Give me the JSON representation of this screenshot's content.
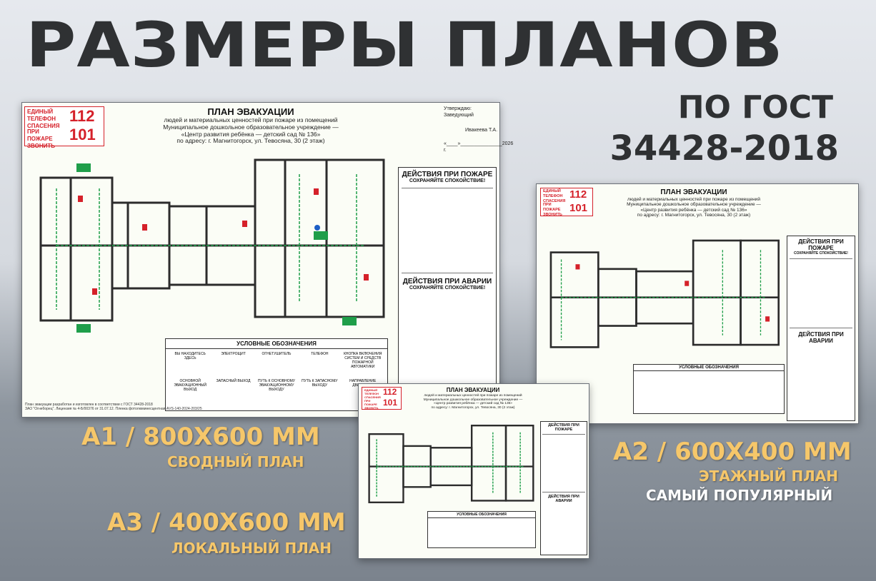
{
  "heading": {
    "title": "РАЗМЕРЫ ПЛАНОВ",
    "gost_line1": "ПО ГОСТ",
    "gost_line2": "34428-2018"
  },
  "plan": {
    "phone_label1": "ЕДИНЫЙ ТЕЛЕФОН СПАСЕНИЯ",
    "phone_num1": "112",
    "phone_label2": "ПРИ ПОЖАРЕ ЗВОНИТЬ",
    "phone_num2": "101",
    "title": "ПЛАН ЭВАКУАЦИИ",
    "sub1": "людей и материальных ценностей при пожаре из помещений",
    "sub2": "Муниципальное дошкольное образовательное учреждение —",
    "sub3": "«Центр развития ребёнка — детский сад № 136»",
    "sub4": "по адресу: г. Магнитогорск, ул. Тевосяна, 30 (2 этаж)",
    "approved": "Утверждаю:",
    "head": "Заведующий",
    "name": "Ивакеева Т.А.",
    "date": "«____»_______________2026 г.",
    "fire_actions": "ДЕЙСТВИЯ ПРИ ПОЖАРЕ",
    "calm": "СОХРАНЯЙТЕ СПОКОЙСТВИЕ!",
    "accident_actions": "ДЕЙСТВИЯ ПРИ АВАРИИ",
    "legend_title": "УСЛОВНЫЕ ОБОЗНАЧЕНИЯ",
    "legend_items": [
      "ВЫ НАХОДИТЕСЬ ЗДЕСЬ",
      "ЭЛЕКТРОЩИТ",
      "ОГНЕТУШИТЕЛЬ",
      "ТЕЛЕФОН",
      "КНОПКА ВКЛЮЧЕНИЯ СИСТЕМ И СРЕДСТВ ПОЖАРНОЙ АВТОМАТИКИ"
    ],
    "legend_items2": [
      "ОСНОВНОЙ ЭВАКУАЦИОННЫЙ ВЫХОД",
      "ЗАПАСНЫЙ ВЫХОД",
      "ПУТЬ К ОСНОВНОМУ ЭВАКУАЦИОННОМУ ВЫХОДУ",
      "ПУТЬ К ЗАПАСНОМУ ВЫХОДУ",
      "НАПРАВЛЕНИЕ ДВИЖЕНИЯ"
    ],
    "footer1": "План эвакуации разработан и изготовлен в соответствии с ГОСТ 34428-2018",
    "footer2": "ЗАО \"Огнеборец\". Лицензия № 4-Б/00376 от 31.07.12. Пленка фотолюминесцентная АVS-140-2024-203/25"
  },
  "captions": {
    "a1_size": "А1 / 800Х600 ММ",
    "a1_desc": "СВОДНЫЙ ПЛАН",
    "a2_size": "А2 / 600Х400 ММ",
    "a2_desc": "ЭТАЖНЫЙ ПЛАН",
    "a2_desc2": "САМЫЙ ПОПУЛЯРНЫЙ",
    "a3_size": "А3 / 400Х600 ММ",
    "a3_desc": "ЛОКАЛЬНЫЙ ПЛАН"
  },
  "colors": {
    "title": "#2f3133",
    "caption": "#f6c76a",
    "red": "#d5212a",
    "green": "#1f9e4a",
    "wall": "#2c2c2c"
  }
}
